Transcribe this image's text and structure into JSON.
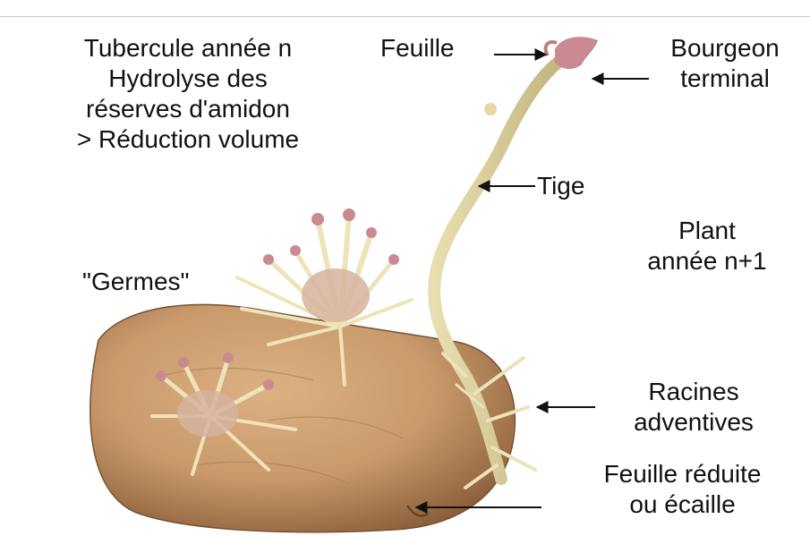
{
  "tuber_block": {
    "line1": "Tubercule année n",
    "line2": "Hydrolyse des",
    "line3": "réserves d'amidon",
    "line4": "> Réduction volume"
  },
  "labels": {
    "germes": "\"Germes\"",
    "feuille": "Feuille",
    "bourgeon_line1": "Bourgeon",
    "bourgeon_line2": "terminal",
    "tige": "Tige",
    "plant_line1": "Plant",
    "plant_line2": "année n+1",
    "racines_line1": "Racines",
    "racines_line2": "adventives",
    "feuille_reduite_line1": "Feuille réduite",
    "feuille_reduite_line2": "ou écaille"
  },
  "colors": {
    "tuber": "#c89a6c",
    "tuber_shadow": "#8a5e3a",
    "sprout": "#efe3b8",
    "sprout_tip": "#c98a92",
    "stem": "#d8cc95",
    "text": "#111111"
  }
}
